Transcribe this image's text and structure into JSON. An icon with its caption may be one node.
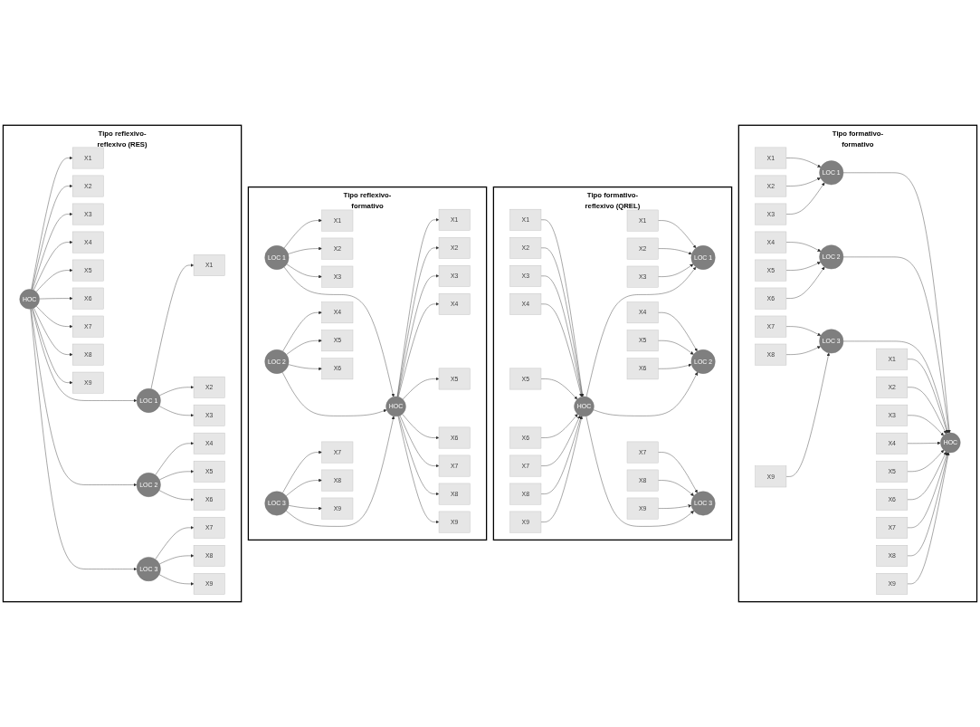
{
  "diagram": {
    "nodes": [
      {
        "text": [
          "Tipo reflexivo-reflexivo (RES)"
        ]
      },
      {
        "text": [
          "X1"
        ],
        "in": 0
      },
      {
        "text": [
          "X2"
        ],
        "in": 0
      },
      {
        "text": [
          "X3"
        ],
        "in": 0
      },
      {
        "text": [
          "X4"
        ],
        "in": 0
      },
      {
        "text": [
          "X5"
        ],
        "in": 0
      },
      {
        "text": [
          "X6"
        ],
        "in": 0
      },
      {
        "text": [
          "X7"
        ],
        "in": 0
      },
      {
        "text": [
          "X8"
        ],
        "in": 0
      },
      {
        "text": [
          "X9"
        ],
        "in": 0
      },
      {
        "text": [
          "LOC 1"
        ],
        "in": 0
      },
      {
        "text": [
          "LOC 2"
        ],
        "in": 0
      },
      {
        "text": [
          "LOC 3"
        ],
        "in": 0
      },
      {
        "text": [
          "HOC"
        ],
        "in": 0
      },
      {
        "text": [
          "X1"
        ],
        "in": 0
      },
      {
        "text": [
          "X2"
        ],
        "in": 0
      },
      {
        "text": [
          "X3"
        ],
        "in": 0
      },
      {
        "text": [
          "X4"
        ],
        "in": 0
      },
      {
        "text": [
          "X5"
        ],
        "in": 0
      },
      {
        "text": [
          "X6"
        ],
        "in": 0
      },
      {
        "text": [
          "X7"
        ],
        "in": 0
      },
      {
        "text": [
          "X8"
        ],
        "in": 0
      },
      {
        "text": [
          "X9"
        ],
        "in": 0
      },
      {
        "text": [
          "Tipo reflexivo-formativo"
        ]
      },
      {
        "text": [
          "X1"
        ],
        "in": 23
      },
      {
        "text": [
          "X2"
        ],
        "in": 23
      },
      {
        "text": [
          "X3"
        ],
        "in": 23
      },
      {
        "text": [
          "X4"
        ],
        "in": 23
      },
      {
        "text": [
          "X5"
        ],
        "in": 23
      },
      {
        "text": [
          "X6"
        ],
        "in": 23
      },
      {
        "text": [
          "X7"
        ],
        "in": 23
      },
      {
        "text": [
          "X8"
        ],
        "in": 23
      },
      {
        "text": [
          "X9"
        ],
        "in": 23
      },
      {
        "text": [
          "LOC 1"
        ],
        "in": 23
      },
      {
        "text": [
          "LOC 2"
        ],
        "in": 23
      },
      {
        "text": [
          "LOC 3"
        ],
        "in": 23
      },
      {
        "text": [
          "HOC"
        ],
        "in": 23
      },
      {
        "text": [
          "X1"
        ],
        "in": 23
      },
      {
        "text": [
          "X2"
        ],
        "in": 23
      },
      {
        "text": [
          "X3"
        ],
        "in": 23
      },
      {
        "text": [
          "X4"
        ],
        "in": 23
      },
      {
        "text": [
          "X5"
        ],
        "in": 23
      },
      {
        "text": [
          "X6"
        ],
        "in": 23
      },
      {
        "text": [
          "X7"
        ],
        "in": 23
      },
      {
        "text": [
          "X8"
        ],
        "in": 23
      },
      {
        "text": [
          "X9"
        ],
        "in": 23
      },
      {
        "text": [
          "Tipo formativo-reflexivo (QREL)"
        ]
      },
      {
        "text": [
          "X1"
        ],
        "in": 46
      },
      {
        "text": [
          "X2"
        ],
        "in": 46
      },
      {
        "text": [
          "X3"
        ],
        "in": 46
      },
      {
        "text": [
          "X4"
        ],
        "in": 46
      },
      {
        "text": [
          "X5"
        ],
        "in": 46
      },
      {
        "text": [
          "X6"
        ],
        "in": 46
      },
      {
        "text": [
          "X7"
        ],
        "in": 46
      },
      {
        "text": [
          "X8"
        ],
        "in": 46
      },
      {
        "text": [
          "X9"
        ],
        "in": 46
      },
      {
        "text": [
          "LOC 1"
        ],
        "in": 46
      },
      {
        "text": [
          "LOC 2"
        ],
        "in": 46
      },
      {
        "text": [
          "LOC 3"
        ],
        "in": 46
      },
      {
        "text": [
          "HOC"
        ],
        "in": 46
      },
      {
        "text": [
          "X1"
        ],
        "in": 46
      },
      {
        "text": [
          "X2"
        ],
        "in": 46
      },
      {
        "text": [
          "X3"
        ],
        "in": 46
      },
      {
        "text": [
          "X4"
        ],
        "in": 46
      },
      {
        "text": [
          "X5"
        ],
        "in": 46
      },
      {
        "text": [
          "X6"
        ],
        "in": 46
      },
      {
        "text": [
          "X7"
        ],
        "in": 46
      },
      {
        "text": [
          "X8"
        ],
        "in": 46
      },
      {
        "text": [
          "X9"
        ],
        "in": 46
      },
      {
        "text": [
          "Tipo formativo-formativo"
        ]
      },
      {
        "text": [
          "X1"
        ],
        "in": 69
      },
      {
        "text": [
          "X2"
        ],
        "in": 69
      },
      {
        "text": [
          "X3"
        ],
        "in": 69
      },
      {
        "text": [
          "X4"
        ],
        "in": 69
      },
      {
        "text": [
          "X5"
        ],
        "in": 69
      },
      {
        "text": [
          "X6"
        ],
        "in": 69
      },
      {
        "text": [
          "X7"
        ],
        "in": 69
      },
      {
        "text": [
          "X8"
        ],
        "in": 69
      },
      {
        "text": [
          "X9"
        ],
        "in": 69
      },
      {
        "text": [
          "LOC 1"
        ],
        "in": 69
      },
      {
        "text": [
          "LOC 2"
        ],
        "in": 69
      },
      {
        "text": [
          "LOC 3"
        ],
        "in": 69
      },
      {
        "text": [
          "HOC"
        ],
        "in": 69
      },
      {
        "text": [
          "X1"
        ],
        "in": 69
      },
      {
        "text": [
          "X2"
        ],
        "in": 69
      },
      {
        "text": [
          "X3"
        ],
        "in": 69
      },
      {
        "text": [
          "X4"
        ],
        "in": 69
      },
      {
        "text": [
          "X5"
        ],
        "in": 69
      },
      {
        "text": [
          "X6"
        ],
        "in": 69
      },
      {
        "text": [
          "X7"
        ],
        "in": 69
      },
      {
        "text": [
          "X8"
        ],
        "in": 69
      },
      {
        "text": [
          "X9"
        ],
        "in": 69
      }
    ],
    "edges": [
      {
        "from": 10,
        "to": 1,
        "arrow": "to"
      },
      {
        "from": 10,
        "to": 2,
        "arrow": "to"
      },
      {
        "from": 10,
        "to": 3,
        "arrow": "to"
      },
      {
        "from": 11,
        "to": 4,
        "arrow": "to"
      },
      {
        "from": 11,
        "to": 5,
        "arrow": "to"
      },
      {
        "from": 11,
        "to": 6,
        "arrow": "to"
      },
      {
        "from": 12,
        "to": 7,
        "arrow": "to"
      },
      {
        "from": 12,
        "to": 8,
        "arrow": "to"
      },
      {
        "from": 12,
        "to": 9,
        "arrow": "to"
      },
      {
        "from": 13,
        "to": 10,
        "arrow": "to"
      },
      {
        "from": 13,
        "to": 11,
        "arrow": "to"
      },
      {
        "from": 13,
        "to": 12,
        "arrow": "to"
      },
      {
        "from": 13,
        "to": 14,
        "arrow": "to"
      },
      {
        "from": 13,
        "to": 15,
        "arrow": "to"
      },
      {
        "from": 13,
        "to": 16,
        "arrow": "to"
      },
      {
        "from": 13,
        "to": 17,
        "arrow": "to"
      },
      {
        "from": 13,
        "to": 18,
        "arrow": "to"
      },
      {
        "from": 13,
        "to": 19,
        "arrow": "to"
      },
      {
        "from": 13,
        "to": 20,
        "arrow": "to"
      },
      {
        "from": 13,
        "to": 21,
        "arrow": "to"
      },
      {
        "from": 13,
        "to": 22,
        "arrow": "to"
      },
      {
        "from": 33,
        "to": 24,
        "arrow": "to"
      },
      {
        "from": 33,
        "to": 25,
        "arrow": "to"
      },
      {
        "from": 33,
        "to": 26,
        "arrow": "to"
      },
      {
        "from": 34,
        "to": 27,
        "arrow": "to"
      },
      {
        "from": 34,
        "to": 28,
        "arrow": "to"
      },
      {
        "from": 34,
        "to": 29,
        "arrow": "to"
      },
      {
        "from": 35,
        "to": 30,
        "arrow": "to"
      },
      {
        "from": 35,
        "to": 31,
        "arrow": "to"
      },
      {
        "from": 35,
        "to": 32,
        "arrow": "to"
      },
      {
        "from": 33,
        "to": 36,
        "arrow": "to"
      },
      {
        "from": 34,
        "to": 36,
        "arrow": "to"
      },
      {
        "from": 35,
        "to": 36,
        "arrow": "to"
      },
      {
        "from": 36,
        "to": 37,
        "arrow": "to"
      },
      {
        "from": 36,
        "to": 38,
        "arrow": "to"
      },
      {
        "from": 36,
        "to": 39,
        "arrow": "to"
      },
      {
        "from": 36,
        "to": 40,
        "arrow": "to"
      },
      {
        "from": 36,
        "to": 41,
        "arrow": "to"
      },
      {
        "from": 36,
        "to": 42,
        "arrow": "to"
      },
      {
        "from": 36,
        "to": 43,
        "arrow": "to"
      },
      {
        "from": 36,
        "to": 44,
        "arrow": "to"
      },
      {
        "from": 36,
        "to": 45,
        "arrow": "to"
      },
      {
        "from": 47,
        "to": 56,
        "arrow": "to"
      },
      {
        "from": 48,
        "to": 56,
        "arrow": "to"
      },
      {
        "from": 49,
        "to": 56,
        "arrow": "to"
      },
      {
        "from": 50,
        "to": 57,
        "arrow": "to"
      },
      {
        "from": 51,
        "to": 57,
        "arrow": "to"
      },
      {
        "from": 52,
        "to": 57,
        "arrow": "to"
      },
      {
        "from": 53,
        "to": 58,
        "arrow": "to"
      },
      {
        "from": 54,
        "to": 58,
        "arrow": "to"
      },
      {
        "from": 55,
        "to": 58,
        "arrow": "to"
      },
      {
        "from": 59,
        "to": 56,
        "arrow": "to"
      },
      {
        "from": 59,
        "to": 57,
        "arrow": "to"
      },
      {
        "from": 59,
        "to": 58,
        "arrow": "to"
      },
      {
        "from": 60,
        "to": 59,
        "arrow": "to"
      },
      {
        "from": 61,
        "to": 59,
        "arrow": "to"
      },
      {
        "from": 62,
        "to": 59,
        "arrow": "to"
      },
      {
        "from": 63,
        "to": 59,
        "arrow": "to"
      },
      {
        "from": 64,
        "to": 59,
        "arrow": "to"
      },
      {
        "from": 65,
        "to": 59,
        "arrow": "to"
      },
      {
        "from": 66,
        "to": 59,
        "arrow": "to"
      },
      {
        "from": 67,
        "to": 59,
        "arrow": "to"
      },
      {
        "from": 68,
        "to": 59,
        "arrow": "to"
      },
      {
        "from": 70,
        "to": 79,
        "arrow": "to"
      },
      {
        "from": 71,
        "to": 79,
        "arrow": "to"
      },
      {
        "from": 72,
        "to": 79,
        "arrow": "to"
      },
      {
        "from": 73,
        "to": 80,
        "arrow": "to"
      },
      {
        "from": 74,
        "to": 80,
        "arrow": "to"
      },
      {
        "from": 75,
        "to": 80,
        "arrow": "to"
      },
      {
        "from": 76,
        "to": 81,
        "arrow": "to"
      },
      {
        "from": 77,
        "to": 81,
        "arrow": "to"
      },
      {
        "from": 78,
        "to": 81,
        "arrow": "to"
      },
      {
        "from": 79,
        "to": 82,
        "arrow": "to"
      },
      {
        "from": 80,
        "to": 82,
        "arrow": "to"
      },
      {
        "from": 81,
        "to": 82,
        "arrow": "to"
      },
      {
        "from": 83,
        "to": 82,
        "arrow": "to"
      },
      {
        "from": 84,
        "to": 82,
        "arrow": "to"
      },
      {
        "from": 85,
        "to": 82,
        "arrow": "to"
      },
      {
        "from": 86,
        "to": 82,
        "arrow": "to"
      },
      {
        "from": 87,
        "to": 82,
        "arrow": "to"
      },
      {
        "from": 88,
        "to": 82,
        "arrow": "to"
      },
      {
        "from": 89,
        "to": 82,
        "arrow": "to"
      },
      {
        "from": 90,
        "to": 82,
        "arrow": "to"
      },
      {
        "from": 91,
        "to": 82,
        "arrow": "to"
      }
    ]
  }
}
